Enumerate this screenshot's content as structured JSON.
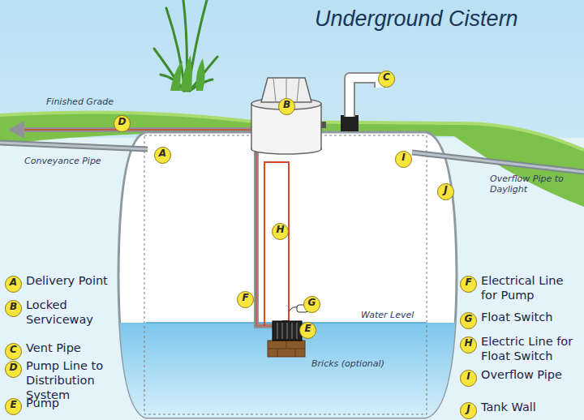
{
  "diagram": {
    "title": "Underground Cistern",
    "nodes": [
      {
        "text": [
          "C"
        ]
      },
      {
        "text": [
          "B"
        ]
      },
      {
        "text": [
          "D"
        ]
      },
      {
        "text": [
          "A"
        ]
      },
      {
        "text": [
          "I"
        ]
      },
      {
        "text": [
          "J"
        ]
      },
      {
        "text": [
          "H"
        ]
      },
      {
        "text": [
          "F"
        ]
      },
      {
        "text": [
          "G"
        ]
      },
      {
        "text": [
          "E"
        ]
      },
      {
        "text": [
          "A",
          "Delivery Point"
        ]
      },
      {
        "text": [
          "F",
          "Electrical Line for Pump"
        ]
      },
      {
        "text": [
          "B",
          "Locked Serviceway"
        ]
      },
      {
        "text": [
          "G",
          "Float Switch"
        ]
      },
      {
        "text": [
          "C",
          "Vent Pipe"
        ]
      },
      {
        "text": [
          "H",
          "Electric Line for Float Switch"
        ]
      },
      {
        "text": [
          "D",
          "Pump Line to Distribution System"
        ]
      },
      {
        "text": [
          "I",
          "Overflow Pipe"
        ]
      },
      {
        "text": [
          "E",
          "Pump"
        ]
      },
      {
        "text": [
          "J",
          "Tank Wall"
        ]
      }
    ],
    "labels": [
      "Finished Grade",
      "Conveyance Pipe",
      "Overflow Pipe to Daylight",
      "Water Level",
      "Bricks (optional)"
    ]
  }
}
